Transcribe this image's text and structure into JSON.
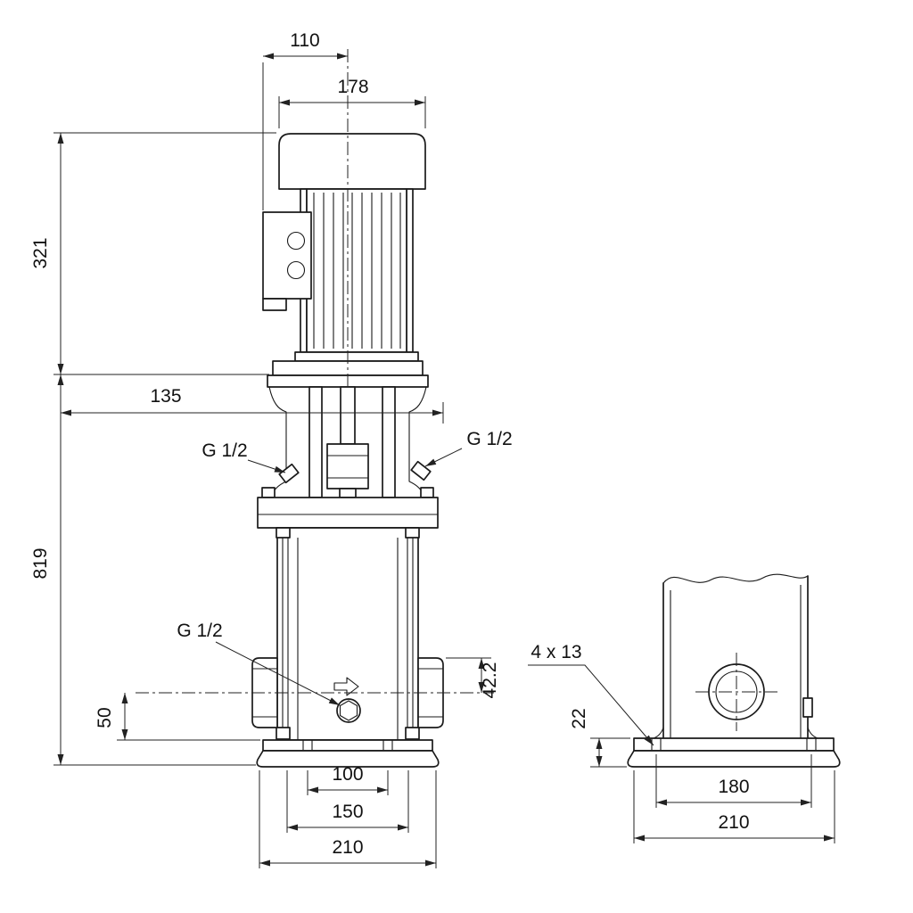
{
  "drawing": {
    "front": {
      "dim_110": "110",
      "dim_178": "178",
      "dim_321": "321",
      "dim_135": "135",
      "dim_819": "819",
      "thread_left": "G 1/2",
      "thread_right": "G 1/2",
      "thread_drain": "G 1/2",
      "dim_50": "50",
      "dim_42_2": "42.2",
      "dim_100": "100",
      "dim_150": "150",
      "dim_210": "210"
    },
    "side": {
      "holes": "4 x 13",
      "dim_22": "22",
      "dim_180": "180",
      "dim_210": "210"
    }
  }
}
